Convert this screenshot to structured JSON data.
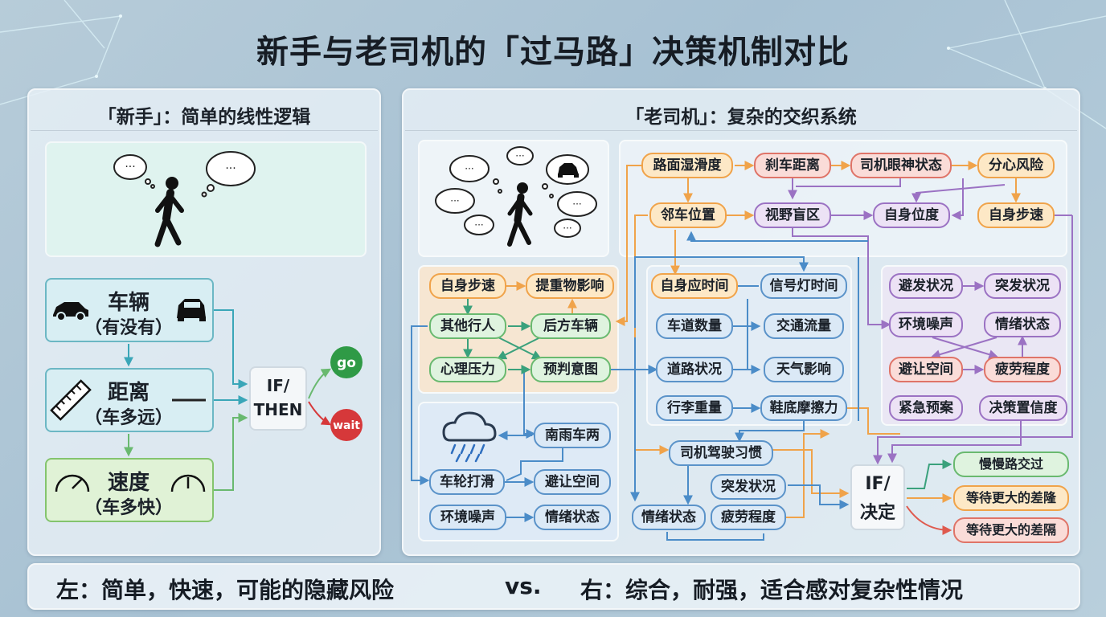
{
  "title": "新手与老司机的「过马路」决策机制对比",
  "left": {
    "heading": "「新手」：简单的线性逻辑",
    "vehicle": {
      "label": "车辆",
      "sub": "（有没有）"
    },
    "distance": {
      "label": "距离",
      "sub": "（车多远）"
    },
    "speed": {
      "label": "速度",
      "sub": "（车多快）"
    },
    "ifthen": {
      "line1": "IF/",
      "line2": "THEN"
    },
    "go": "go",
    "wait": "wait",
    "thought_dots": "···"
  },
  "right": {
    "heading": "「老司机」：复杂的交织系统",
    "nodes": {
      "lumian": "路面湿滑度",
      "shache": "刹车距离",
      "yanshen": "司机眼神状态",
      "fenxin": "分心风险",
      "linche": "邻车位置",
      "shiye": "视野盲区",
      "ziweidu": "自身位度",
      "zibusu_top": "自身步速",
      "zibusu": "自身步速",
      "tizhong": "提重物影响",
      "qita": "其他行人",
      "houfang": "后方车辆",
      "xinli": "心理压力",
      "yupan": "预判意图",
      "yingshi": "自身应时间",
      "xinhao": "信号灯时间",
      "chedao": "车道数量",
      "jiaotong": "交通流量",
      "daolu": "道路状况",
      "tianqi": "天气影响",
      "xingli": "行李重量",
      "xiedi": "鞋底摩擦力",
      "bifa": "避发状况",
      "tufa_r": "突发状况",
      "huanjing_r": "环境噪声",
      "qingxu_r": "情绪状态",
      "birang_r": "避让空间",
      "pilao_r": "疲劳程度",
      "jinji": "紧急预案",
      "juece": "决策置信度",
      "nanyu": "南雨车两",
      "chelun": "车轮打滑",
      "birang_l": "避让空间",
      "huanjing_l": "环境噪声",
      "qingxu_l": "情绪状态",
      "siji": "司机驾驶习惯",
      "tufa_b": "突发状况",
      "qingxu_b": "情绪状态",
      "pilao_b": "疲劳程度"
    },
    "decision": {
      "line1": "IF/",
      "line2": "决定"
    },
    "outcomes": [
      "慢慢路交过",
      "等待更大的差隆",
      "等待更大的差隔"
    ],
    "thought_dots": "···"
  },
  "footer": {
    "left": "左：简单，快速，可能的隐藏风险",
    "vs": "vs.",
    "right": "右：综合，耐强，适合感对复杂性情况"
  },
  "colors": {
    "orange": "#f0a34a",
    "green": "#69b96f",
    "blue": "#5b93c9",
    "purple": "#9b72c3",
    "red": "#df7468",
    "go": "#2f9a46",
    "wait": "#d6383a"
  }
}
